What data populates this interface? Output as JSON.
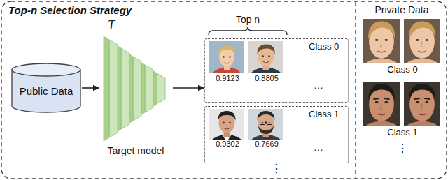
{
  "diagram": {
    "title": "Top-n Selection Strategy",
    "nodes": [
      {
        "text": [
          "Public Data"
        ]
      },
      {
        "text": [
          "T",
          "Target model"
        ]
      },
      {
        "text": [
          "0.9123",
          "0.8805",
          "Class 0",
          "…"
        ]
      },
      {
        "text": [
          "0.9302",
          "0.7669",
          "Class 1",
          "…"
        ]
      }
    ],
    "edges": [
      {
        "from": 0,
        "to": 1,
        "arrow": "to"
      },
      {
        "from": 1,
        "to": 2,
        "arrow": "to"
      }
    ],
    "labels": [
      "Top n",
      "⋮",
      "Private Data",
      "Class 0",
      "Class 1",
      "⋮"
    ]
  }
}
